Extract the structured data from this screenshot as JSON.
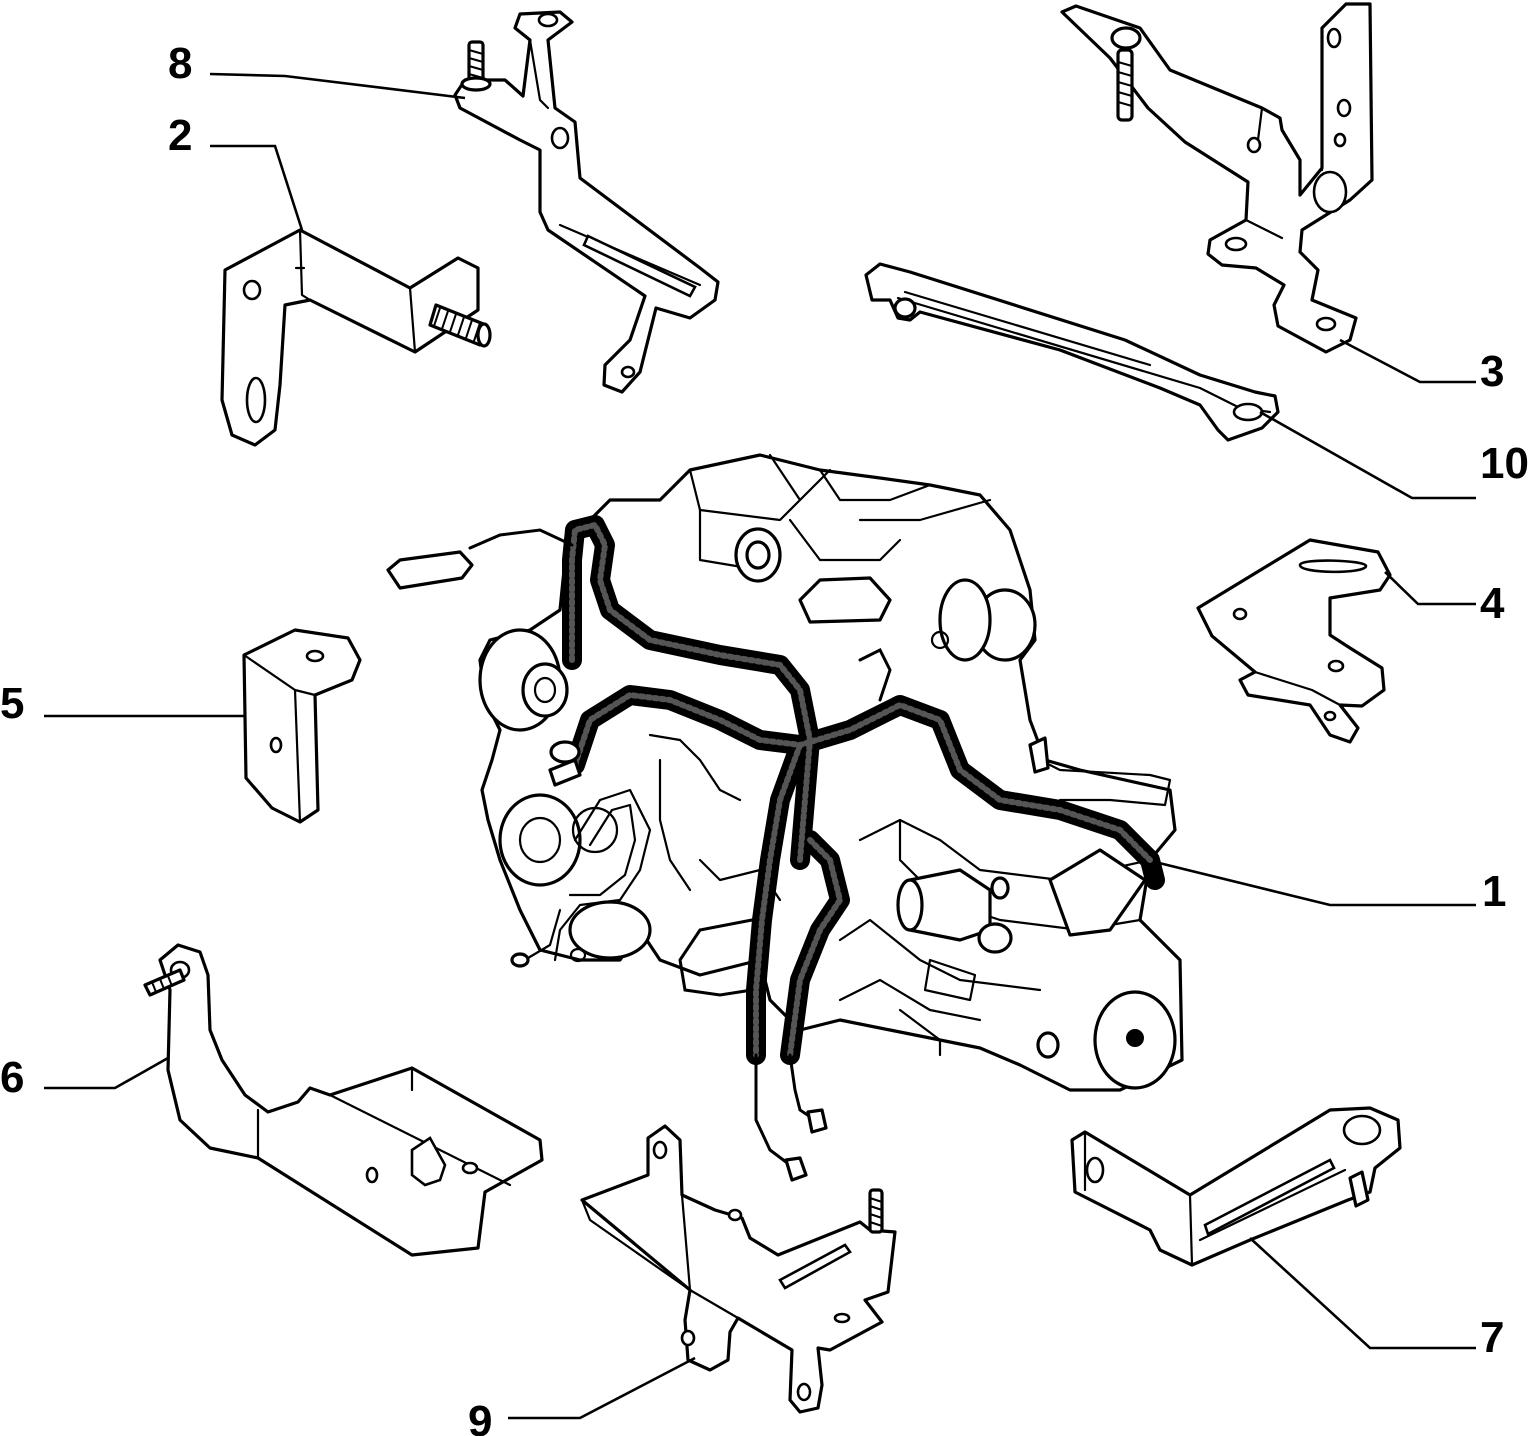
{
  "diagram": {
    "callouts": [
      {
        "id": "1",
        "label": "1"
      },
      {
        "id": "2",
        "label": "2"
      },
      {
        "id": "3",
        "label": "3"
      },
      {
        "id": "4",
        "label": "4"
      },
      {
        "id": "5",
        "label": "5"
      },
      {
        "id": "6",
        "label": "6"
      },
      {
        "id": "7",
        "label": "7"
      },
      {
        "id": "8",
        "label": "8"
      },
      {
        "id": "9",
        "label": "9"
      },
      {
        "id": "10",
        "label": "10"
      }
    ]
  },
  "colors": {
    "line": "#000000",
    "background": "#ffffff"
  }
}
